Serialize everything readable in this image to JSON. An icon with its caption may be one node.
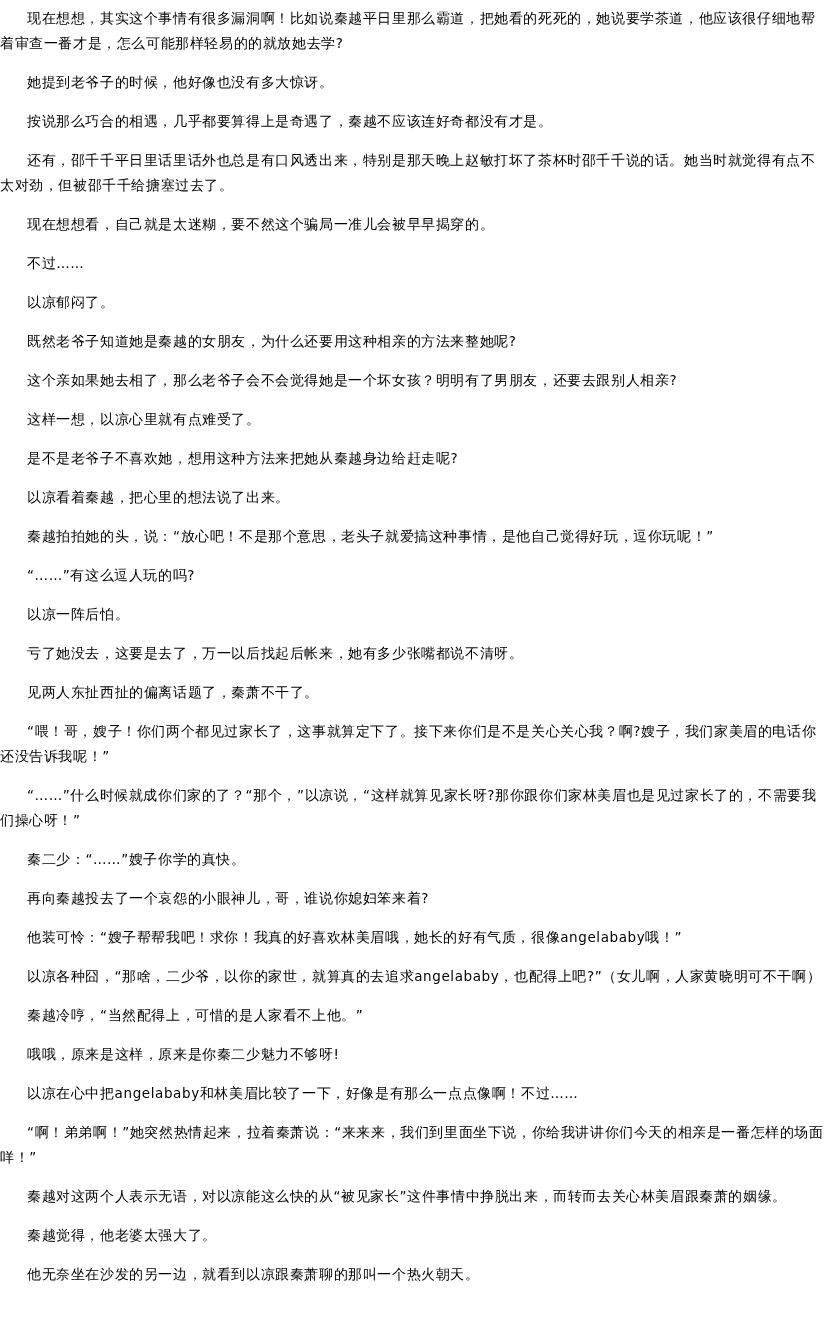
{
  "diagram": {
    "labels": [
      "现在想想，其实这个事情有很多漏洞啊！比如说秦越平日里那么霸道，把她看的死死的，她说要学茶道，他应该很仔细地帮着审查一番才是，怎么可能那样轻易的的就放她去学?",
      "她提到老爷子的时候，他好像也没有多大惊讶。",
      "按说那么巧合的相遇，几乎都要算得上是奇遇了，秦越不应该连好奇都没有才是。",
      "还有，邵千千平日里话里话外也总是有口风透出来，特别是那天晚上赵敏打坏了茶杯时邵千千说的话。她当时就觉得有点不太对劲，但被邵千千给搪塞过去了。",
      "现在想想看，自己就是太迷糊，要不然这个骗局一准儿会被早早揭穿的。",
      "不过……",
      "以凉郁闷了。",
      "既然老爷子知道她是秦越的女朋友，为什么还要用这种相亲的方法来整她呢?",
      "这个亲如果她去相了，那么老爷子会不会觉得她是一个坏女孩？明明有了男朋友，还要去跟别人相亲?",
      "这样一想，以凉心里就有点难受了。",
      "是不是老爷子不喜欢她，想用这种方法来把她从秦越身边给赶走呢?",
      "以凉看着秦越，把心里的想法说了出来。",
      "秦越拍拍她的头，说：“放心吧！不是那个意思，老头子就爱搞这种事情，是他自己觉得好玩，逗你玩呢！”",
      "“……”有这么逗人玩的吗?",
      "以凉一阵后怕。",
      "亏了她没去，这要是去了，万一以后找起后帐来，她有多少张嘴都说不清呀。",
      "见两人东扯西扯的偏离话题了，秦萧不干了。",
      "“喂！哥，嫂子！你们两个都见过家长了，这事就算定下了。接下来你们是不是关心关心我？啊?嫂子，我们家美眉的电话你还没告诉我呢！”",
      "“……”什么时候就成你们家的了？“那个，”以凉说，“这样就算见家长呀?那你跟你们家林美眉也是见过家长了的，不需要我们操心呀！”",
      "秦二少：“……”嫂子你学的真快。",
      "再向秦越投去了一个哀怨的小眼神儿，哥，谁说你媳妇笨来着?",
      "他装可怜：“嫂子帮帮我吧！求你！我真的好喜欢林美眉哦，她长的好有气质，很像angelababy哦！”",
      "以凉各种囧，“那啥，二少爷，以你的家世，就算真的去追求angelababy，也配得上吧?”（女儿啊，人家黄晓明可不干啊）",
      "秦越冷哼，“当然配得上，可惜的是人家看不上他。”",
      "哦哦，原来是这样，原来是你秦二少魅力不够呀!",
      "以凉在心中把angelababy和林美眉比较了一下，好像是有那么一点点像啊！不过……",
      "“啊！弟弟啊！”她突然热情起来，拉着秦萧说：“来来来，我们到里面坐下说，你给我讲讲你们今天的相亲是一番怎样的场面咩！”",
      "秦越对这两个人表示无语，对以凉能这么快的从“被见家长”这件事情中挣脱出来，而转而去关心林美眉跟秦萧的姻缘。",
      "秦越觉得，他老婆太强大了。",
      "他无奈坐在沙发的另一边，就看到以凉跟秦萧聊的那叫一个热火朝天。"
    ]
  }
}
